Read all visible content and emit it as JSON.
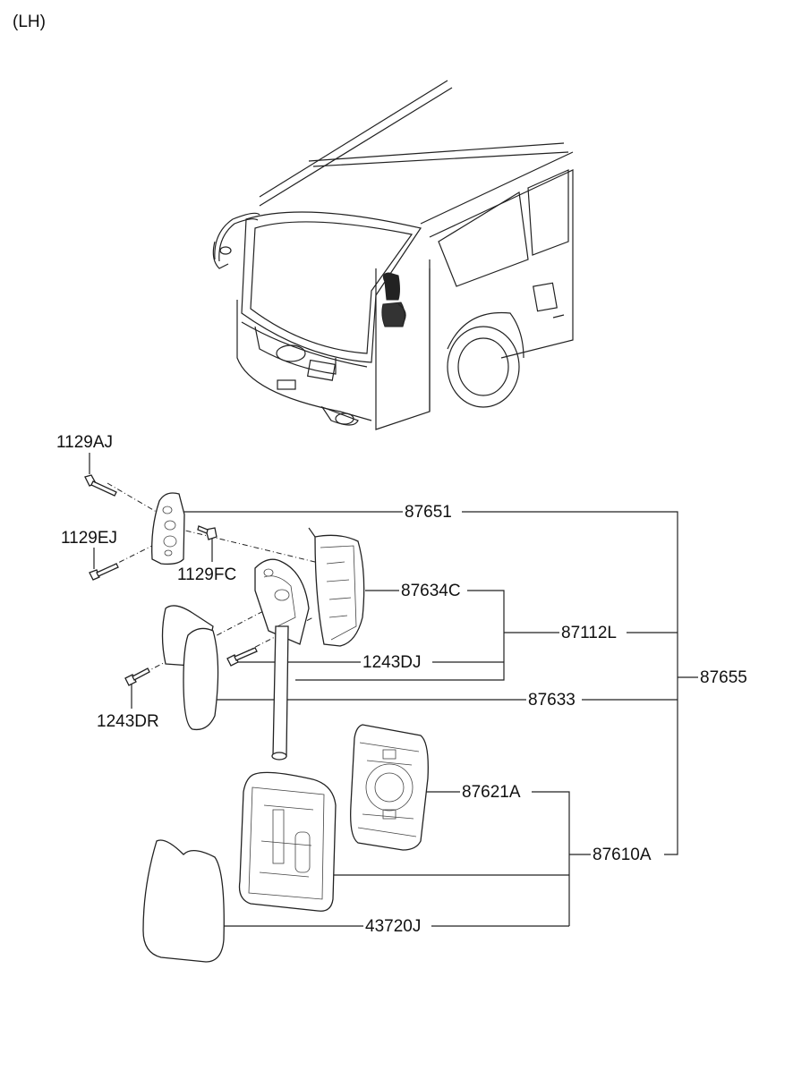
{
  "side_label": "(LH)",
  "parts": {
    "p1129AJ": "1129AJ",
    "p1129EJ": "1129EJ",
    "p1129FC": "1129FC",
    "p87651": "87651",
    "p87634C": "87634C",
    "p87112L": "87112L",
    "p1243DJ": "1243DJ",
    "p87655": "87655",
    "p1243DR": "1243DR",
    "p87633": "87633",
    "p87621A": "87621A",
    "p87610A": "87610A",
    "p43720J": "43720J"
  }
}
